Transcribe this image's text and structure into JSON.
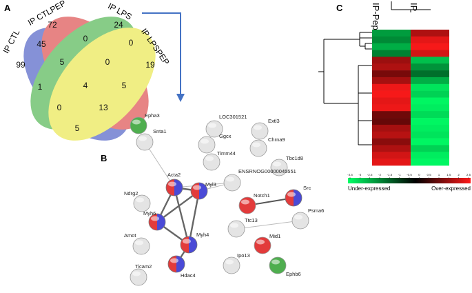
{
  "panels": {
    "A": {
      "label": "A",
      "sets": [
        {
          "name": "IP CTL",
          "color": "#3b4fbf"
        },
        {
          "name": "IP CTLPEP",
          "color": "#d93a3a"
        },
        {
          "name": "IP LPS",
          "color": "#3fae3f"
        },
        {
          "name": "IP LPSPEP",
          "color": "#e8e43a"
        }
      ],
      "counts": {
        "ctl_only": "99",
        "ctlpep_only": "72",
        "lps_only": "24",
        "lpspep_only": "19",
        "ctl_ctlpep": "45",
        "ctlpep_lps": "0",
        "lps_lpspep": "0",
        "ctl_lpspep": "0",
        "ctl_lps": "1",
        "ctlpep_lpspep": "5",
        "ctl_ctlpep_lps": "5",
        "ctlpep_lps_lpspep": "0",
        "ctl_ctlpep_lpspep": "13",
        "ctl_lps_lpspep": "5",
        "all_four": "4"
      }
    },
    "B": {
      "label": "B",
      "nodes": [
        {
          "id": "Epha3",
          "label": "Epha3",
          "kind": "green"
        },
        {
          "id": "Snta1",
          "label": "Snta1",
          "kind": "white"
        },
        {
          "id": "LOC301521",
          "label": "LOC301521",
          "kind": "white"
        },
        {
          "id": "Ggcx",
          "label": "Ggcx",
          "kind": "white"
        },
        {
          "id": "Timm44",
          "label": "Timm44",
          "kind": "white"
        },
        {
          "id": "Extl3",
          "label": "Extl3",
          "kind": "white"
        },
        {
          "id": "Chrna9",
          "label": "Chrna9",
          "kind": "white"
        },
        {
          "id": "Tbc1d8",
          "label": "Tbc1d8",
          "kind": "white"
        },
        {
          "id": "ENSRNOG00000045551",
          "label": "ENSRNOG00000045551",
          "kind": "white"
        },
        {
          "id": "Acta2",
          "label": "Acta2",
          "kind": "redblue"
        },
        {
          "id": "Ndrg2",
          "label": "Ndrg2",
          "kind": "white"
        },
        {
          "id": "Myl3",
          "label": "Myl3",
          "kind": "redblue"
        },
        {
          "id": "Myh6",
          "label": "Myh6",
          "kind": "redblue"
        },
        {
          "id": "Notch1",
          "label": "Notch1",
          "kind": "red"
        },
        {
          "id": "Src",
          "label": "Src",
          "kind": "redblue"
        },
        {
          "id": "Amot",
          "label": "Amot",
          "kind": "white"
        },
        {
          "id": "Myh4",
          "label": "Myh4",
          "kind": "redblue"
        },
        {
          "id": "Ttc13",
          "label": "Ttc13",
          "kind": "white"
        },
        {
          "id": "Psma6",
          "label": "Psma6",
          "kind": "white"
        },
        {
          "id": "Hdac4",
          "label": "Hdac4",
          "kind": "redblue"
        },
        {
          "id": "Mid1",
          "label": "Mid1",
          "kind": "red"
        },
        {
          "id": "Ipo13",
          "label": "Ipo13",
          "kind": "white"
        },
        {
          "id": "Ephb6",
          "label": "Ephb6",
          "kind": "green"
        },
        {
          "id": "Ticam2",
          "label": "Ticam2",
          "kind": "white"
        }
      ],
      "edges": [
        {
          "from": "Acta2",
          "to": "Myl3",
          "strength": "strong"
        },
        {
          "from": "Acta2",
          "to": "Myh6",
          "strength": "strong"
        },
        {
          "from": "Acta2",
          "to": "Myh4",
          "strength": "strong"
        },
        {
          "from": "Myl3",
          "to": "Myh6",
          "strength": "strong"
        },
        {
          "from": "Myl3",
          "to": "Myh4",
          "strength": "strong"
        },
        {
          "from": "Myh6",
          "to": "Myh4",
          "strength": "strong"
        },
        {
          "from": "Myh4",
          "to": "Hdac4",
          "strength": "strong"
        },
        {
          "from": "Acta2",
          "to": "Snta1",
          "strength": "weak"
        },
        {
          "from": "Acta2",
          "to": "ENSRNOG00000045551",
          "strength": "weak"
        },
        {
          "from": "Myl3",
          "to": "ENSRNOG00000045551",
          "strength": "weak"
        },
        {
          "from": "Notch1",
          "to": "Src",
          "strength": "medium"
        },
        {
          "from": "Ttc13",
          "to": "Psma6",
          "strength": "weak"
        }
      ]
    },
    "C": {
      "label": "C",
      "columns": [
        "IP-Pep",
        "IP"
      ],
      "colorbar": {
        "ticks": [
          "-3.5",
          "-3",
          "-2.5",
          "-2",
          "-1.5",
          "-1",
          "-0.5",
          "0",
          "0.5",
          "1",
          "1.5",
          "2",
          "2.5"
        ],
        "low_label": "Under-expressed",
        "high_label": "Over-expressed",
        "low_color": "#00ff66",
        "mid_color": "#000000",
        "high_color": "#ff1a1a"
      },
      "rows": [
        {
          "ip_pep": -1.4,
          "ip": 1.6
        },
        {
          "ip_pep": -1.2,
          "ip": 2.2
        },
        {
          "ip_pep": -1.6,
          "ip": 2.4
        },
        {
          "ip_pep": -1.1,
          "ip": 2.0
        },
        {
          "ip_pep": 1.4,
          "ip": -1.8
        },
        {
          "ip_pep": 1.6,
          "ip": -1.3
        },
        {
          "ip_pep": 1.0,
          "ip": -0.9
        },
        {
          "ip_pep": 1.5,
          "ip": -1.6
        },
        {
          "ip_pep": 2.3,
          "ip": -2.2
        },
        {
          "ip_pep": 2.4,
          "ip": -2.0
        },
        {
          "ip_pep": 2.2,
          "ip": -2.4
        },
        {
          "ip_pep": 2.3,
          "ip": -2.3
        },
        {
          "ip_pep": 0.9,
          "ip": -2.1
        },
        {
          "ip_pep": 0.8,
          "ip": -2.4
        },
        {
          "ip_pep": 1.5,
          "ip": -2.3
        },
        {
          "ip_pep": 1.7,
          "ip": -2.2
        },
        {
          "ip_pep": 1.2,
          "ip": -2.4
        },
        {
          "ip_pep": 1.6,
          "ip": -2.0
        },
        {
          "ip_pep": 2.0,
          "ip": -2.3
        },
        {
          "ip_pep": 2.2,
          "ip": -2.4
        }
      ]
    }
  }
}
